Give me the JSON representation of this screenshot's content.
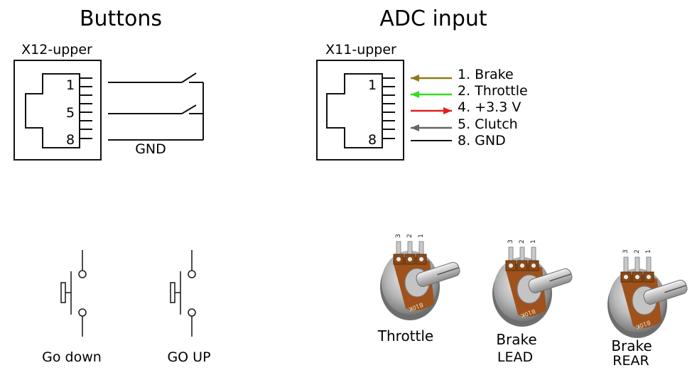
{
  "buttons_panel": {
    "title": "Buttons",
    "connector_label": "X12-upper",
    "pins": [
      "1",
      "5",
      "8"
    ],
    "gnd_label": "GND"
  },
  "adc_panel": {
    "title": "ADC input",
    "connector_label": "X11-upper",
    "pins": [
      "1",
      "8"
    ],
    "signals": [
      {
        "label": "1. Brake",
        "arrow": "in",
        "color": "#8c7a1a"
      },
      {
        "label": "2. Throttle",
        "arrow": "in",
        "color": "#33dd22"
      },
      {
        "label": "4. +3.3 V",
        "arrow": "out",
        "color": "#e0201a"
      },
      {
        "label": "5. Clutch",
        "arrow": "in",
        "color": "#666666"
      },
      {
        "label": "8. GND",
        "arrow": "none",
        "color": "#111111"
      }
    ]
  },
  "switches": [
    {
      "label": "Go down"
    },
    {
      "label": "GO UP"
    }
  ],
  "potentiometers": [
    {
      "label": "Throttle",
      "pin_numbers": [
        "3",
        "2",
        "1"
      ],
      "marking": "B10K"
    },
    {
      "label": "Brake LEAD",
      "line1": "Brake",
      "line2": "LEAD",
      "pin_numbers": [
        "3",
        "2",
        "1"
      ],
      "marking": "B10K"
    },
    {
      "label": "Brake REAR",
      "line1": "Brake",
      "line2": "REAR",
      "pin_numbers": [
        "3",
        "2",
        "1"
      ],
      "marking": "B10K"
    }
  ]
}
